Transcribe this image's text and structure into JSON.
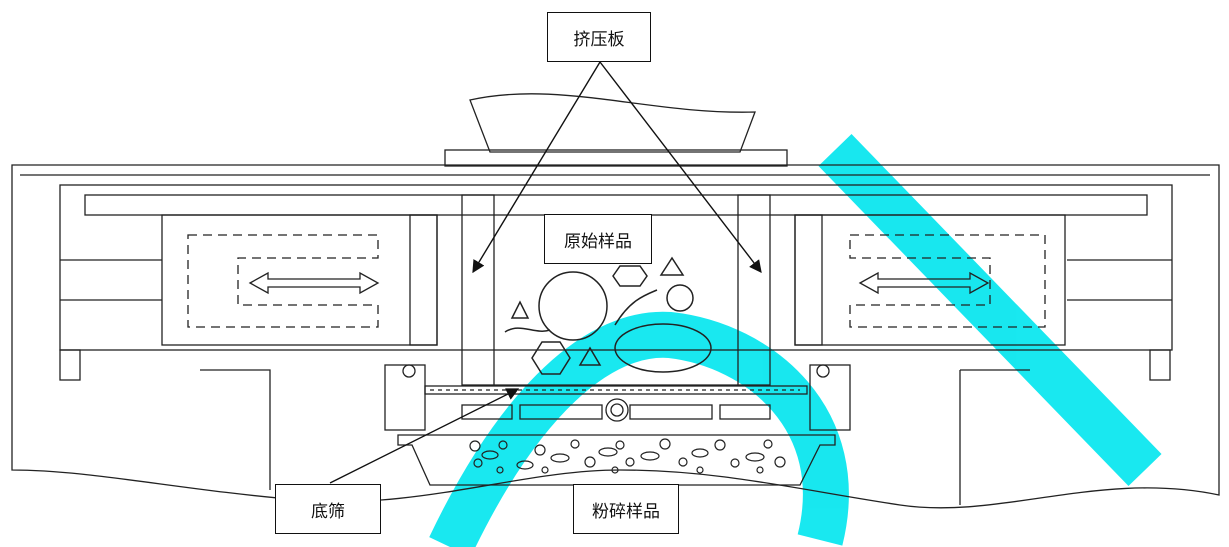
{
  "labels": {
    "squeeze_plate": "挤压板",
    "raw_sample": "原始样品",
    "bottom_screen": "底筛",
    "crushed_sample": "粉碎样品"
  },
  "colors": {
    "line": "#222222",
    "watermark": "#00e5ee",
    "background": "#ffffff"
  }
}
